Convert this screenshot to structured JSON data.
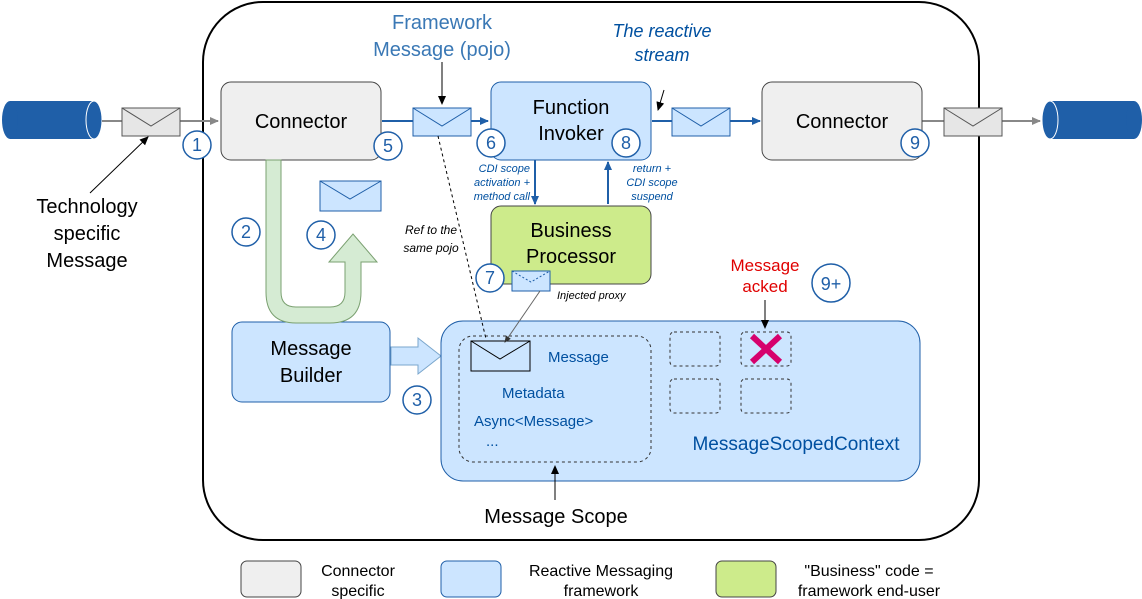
{
  "diagram": {
    "framework_message_title_line1": "Framework",
    "framework_message_title_line2": "Message (pojo)",
    "reactive_stream_line1": "The reactive",
    "reactive_stream_line2": "stream",
    "connector_left": "Connector",
    "connector_right": "Connector",
    "function_invoker_line1": "Function",
    "function_invoker_line2": "Invoker",
    "business_processor_line1": "Business",
    "business_processor_line2": "Processor",
    "message_builder_line1": "Message",
    "message_builder_line2": "Builder",
    "technology_message_line1": "Technology",
    "technology_message_line2": "specific",
    "technology_message_line3": "Message",
    "cdi_activation_line1": "CDI scope",
    "cdi_activation_line2": "activation +",
    "cdi_activation_line3": "method call",
    "return_suspend_line1": "return +",
    "return_suspend_line2": "CDI scope",
    "return_suspend_line3": "suspend",
    "ref_same_pojo_line1": "Ref to the",
    "ref_same_pojo_line2": "same pojo",
    "injected_proxy": "Injected proxy",
    "message_acked_line1": "Message",
    "message_acked_line2": "acked",
    "scope_message": "Message",
    "scope_metadata": "Metadata",
    "scope_async": "Async<Message>",
    "scope_ellipsis": "...",
    "message_scoped_context": "MessageScopedContext",
    "message_scope": "Message Scope",
    "steps": [
      "1",
      "2",
      "3",
      "4",
      "5",
      "6",
      "7",
      "8",
      "9",
      "9+"
    ]
  },
  "legend": {
    "connector_line1": "Connector",
    "connector_line2": "specific",
    "framework_line1": "Reactive Messaging",
    "framework_line2": "framework",
    "business_line1": "\"Business\" code =",
    "business_line2": "framework end-user"
  },
  "colors": {
    "connector_fill": "#efefef",
    "framework_fill": "#cce5ff",
    "business_fill": "#cdeb8b",
    "accent_blue": "#0050a0",
    "title_blue": "#3a78b5",
    "pipe_blue": "#1f5fa8",
    "acked_red": "#e00000",
    "x_magenta": "#d6006c"
  }
}
